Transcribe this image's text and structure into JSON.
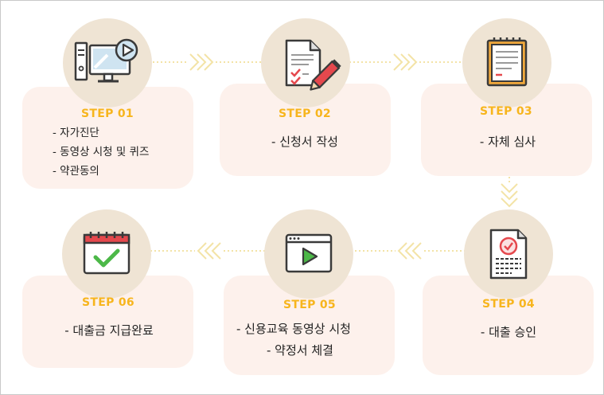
{
  "steps": [
    {
      "label": "STEP 01",
      "items": [
        "- 자가진단",
        "- 동영상 시청 및 퀴즈",
        "- 약관동의"
      ],
      "icon": "computer-play-icon"
    },
    {
      "label": "STEP 02",
      "items": [
        "- 신청서 작성"
      ],
      "icon": "document-pen-icon"
    },
    {
      "label": "STEP 03",
      "items": [
        "- 자체 심사"
      ],
      "icon": "notepad-icon"
    },
    {
      "label": "STEP 04",
      "items": [
        "- 대출 승인"
      ],
      "icon": "approved-document-icon"
    },
    {
      "label": "STEP 05",
      "items": [
        "- 신용교육 동영상 시청",
        "- 약정서 체결"
      ],
      "icon": "video-player-icon"
    },
    {
      "label": "STEP 06",
      "items": [
        "- 대출금 지급완료"
      ],
      "icon": "calendar-check-icon"
    }
  ],
  "colors": {
    "accent": "#f7b51d",
    "card_bg": "#fdf1ec",
    "circle_bg": "#efe4d4",
    "connector": "#f3e3a6",
    "check_green": "#4cb848",
    "check_red": "#e5484d"
  }
}
